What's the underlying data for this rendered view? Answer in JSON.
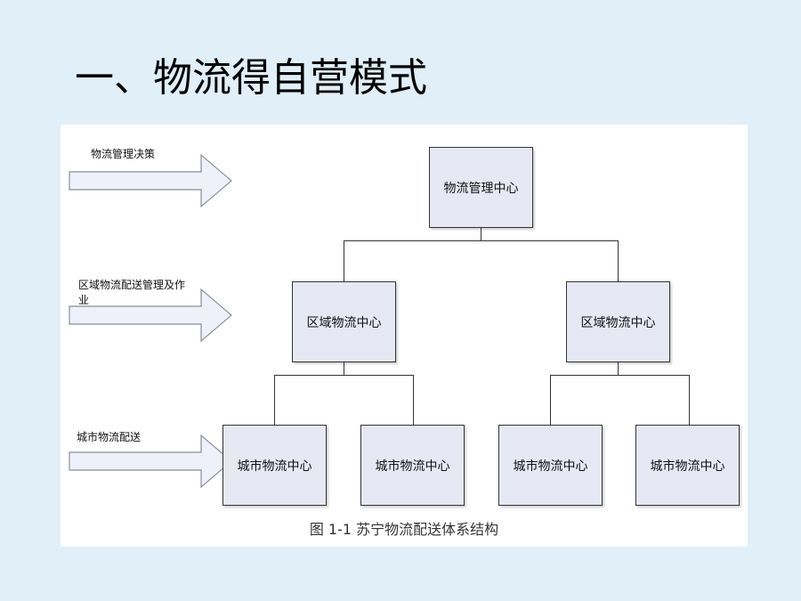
{
  "slide": {
    "title": "一、物流得自营模式",
    "background": "#e0eff8"
  },
  "diagram": {
    "levels": [
      {
        "label": "物流管理决策",
        "arrow_icon": "right-arrow-icon"
      },
      {
        "label": "区域物流配送管理及作业",
        "arrow_icon": "right-arrow-icon"
      },
      {
        "label": "城市物流配送",
        "arrow_icon": "right-arrow-icon"
      }
    ],
    "root": {
      "label": "物流管理中心"
    },
    "regional_centers": [
      {
        "label": "区域物流中心"
      },
      {
        "label": "区域物流中心"
      }
    ],
    "city_centers": [
      {
        "label": "城市物流中心"
      },
      {
        "label": "城市物流中心"
      },
      {
        "label": "城市物流中心"
      },
      {
        "label": "城市物流中心"
      }
    ],
    "caption": "图 1-1 苏宁物流配送体系结构",
    "colors": {
      "node_fill": "#e6e9f4",
      "node_border": "#333333",
      "arrow_fill": "#eef1f9",
      "arrow_stroke": "#8a8e99"
    }
  }
}
